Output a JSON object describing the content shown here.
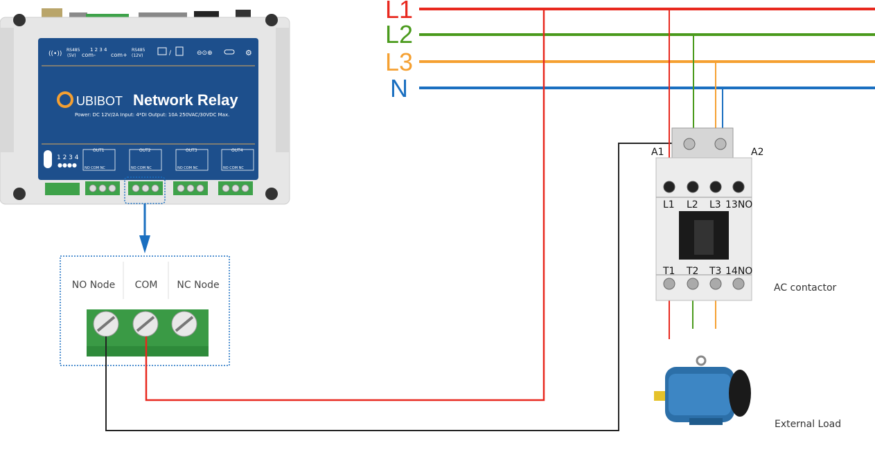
{
  "relay": {
    "brand": "UBIBOT",
    "title": "Network Relay",
    "spec_line": "Power: DC 12V/2A   Input: 4*DI   Output: 10A 250VAC/30VDC Max.",
    "port_labels": {
      "rs485_5v": "RS485",
      "rs485_5v_sub": "(5V)",
      "com_minus": "com-",
      "inputs": "1  2  3  4",
      "com_plus": "com+",
      "rs485_12v": "RS485",
      "rs485_12v_sub": "(12V)"
    },
    "input_numbers": "1 2 3 4",
    "outputs": [
      {
        "name": "OUT1",
        "pins": "NO COM NC"
      },
      {
        "name": "OUT2",
        "pins": "NO COM NC"
      },
      {
        "name": "OUT3",
        "pins": "NO COM NC"
      },
      {
        "name": "OUT4",
        "pins": "NO COM NC"
      }
    ]
  },
  "phases": [
    {
      "label": "L1",
      "color": "#e8281e"
    },
    {
      "label": "L2",
      "color": "#4a9a1c"
    },
    {
      "label": "L3",
      "color": "#f5a031"
    },
    {
      "label": "N",
      "color": "#1a6fc0"
    }
  ],
  "terminal": {
    "labels": [
      "NO Node",
      "COM",
      "NC Node"
    ]
  },
  "contactor": {
    "coil": [
      "A1",
      "A2"
    ],
    "top_terminals": [
      "L1",
      "L2",
      "L3",
      "13NO"
    ],
    "bottom_terminals": [
      "T1",
      "T2",
      "T3",
      "14NO"
    ],
    "caption": "AC contactor"
  },
  "load": {
    "caption": "External Load"
  },
  "colors": {
    "relay_body": "#1d4f8c",
    "terminal_green": "#3fa04a",
    "highlight_blue": "#1a6fc0",
    "control_red": "#e8281e",
    "control_black": "#222222"
  }
}
